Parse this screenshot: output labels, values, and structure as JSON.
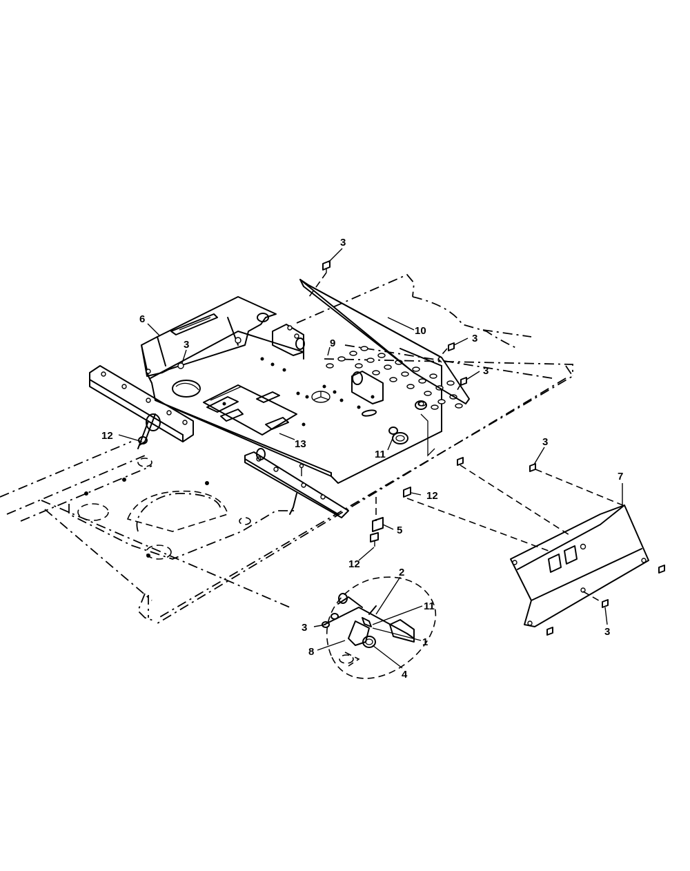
{
  "callouts": [
    {
      "id": "c3a",
      "text": "3"
    },
    {
      "id": "c6",
      "text": "6"
    },
    {
      "id": "c3b",
      "text": "3"
    },
    {
      "id": "c10",
      "text": "10"
    },
    {
      "id": "c9",
      "text": "9"
    },
    {
      "id": "c3c",
      "text": "3"
    },
    {
      "id": "c3d",
      "text": "3"
    },
    {
      "id": "c12a",
      "text": "12"
    },
    {
      "id": "c13",
      "text": "13"
    },
    {
      "id": "c11a",
      "text": "11"
    },
    {
      "id": "c3e",
      "text": "3"
    },
    {
      "id": "c7",
      "text": "7"
    },
    {
      "id": "c12b",
      "text": "12"
    },
    {
      "id": "c5",
      "text": "5"
    },
    {
      "id": "c12c",
      "text": "12"
    },
    {
      "id": "c2",
      "text": "2"
    },
    {
      "id": "c11b",
      "text": "11"
    },
    {
      "id": "c3f",
      "text": "3"
    },
    {
      "id": "c1",
      "text": "1"
    },
    {
      "id": "c8",
      "text": "8"
    },
    {
      "id": "c4",
      "text": "4"
    },
    {
      "id": "c3g",
      "text": "3"
    }
  ]
}
